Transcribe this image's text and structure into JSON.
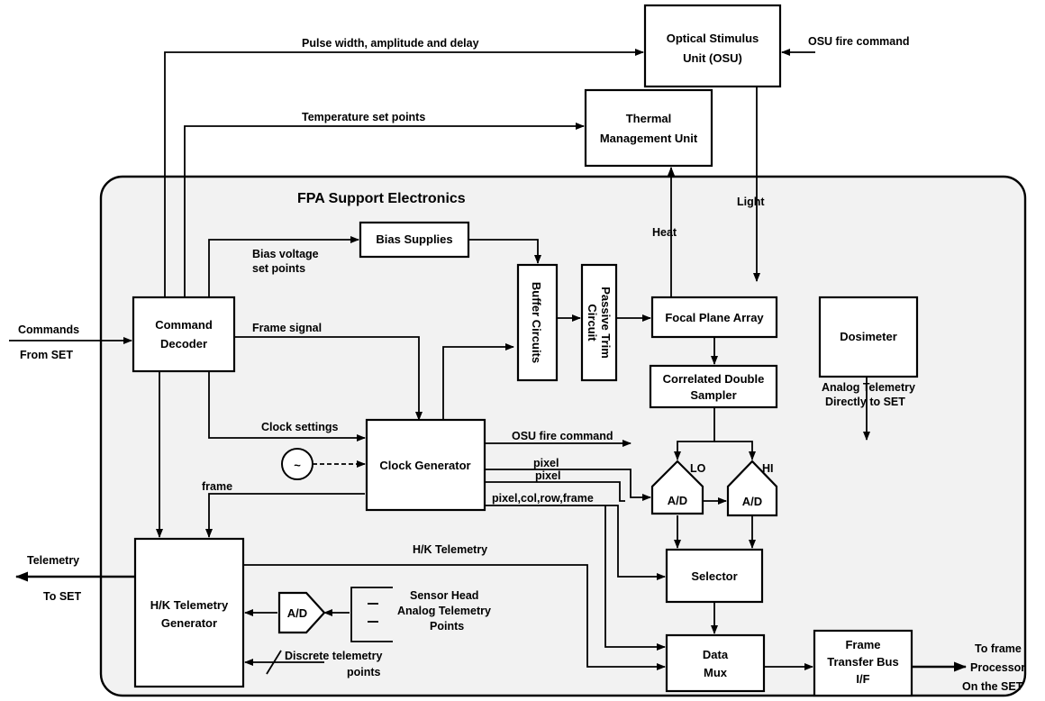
{
  "diagram": {
    "region_title": "FPA Support Electronics",
    "blocks": {
      "osu": [
        "Optical Stimulus",
        "Unit (OSU)"
      ],
      "thermal": [
        "Thermal",
        "Management Unit"
      ],
      "bias_supplies": "Bias Supplies",
      "buffer_circuits": "Buffer Circuits",
      "passive_trim": [
        "Passive Trim",
        "Circuit"
      ],
      "focal_plane_array": "Focal Plane Array",
      "dosimeter": "Dosimeter",
      "command_decoder": [
        "Command",
        "Decoder"
      ],
      "cds": [
        "Correlated Double",
        "Sampler"
      ],
      "clock_generator": "Clock Generator",
      "adc_lo": "A/D",
      "adc_hi": "A/D",
      "adc_hk": "A/D",
      "selector": "Selector",
      "hk_generator": [
        "H/K Telemetry",
        "Generator"
      ],
      "data_mux": [
        "Data",
        "Mux"
      ],
      "frame_transfer": [
        "Frame",
        "Transfer Bus",
        "I/F"
      ],
      "oscillator_symbol": "~"
    },
    "labels": {
      "pulse_width": "Pulse width, amplitude and delay",
      "osu_fire_command_top": "OSU fire command",
      "temperature_set_points": "Temperature set points",
      "heat": "Heat",
      "light": "Light",
      "bias_voltage": [
        "Bias voltage",
        "set points"
      ],
      "commands_from_set": [
        "Commands",
        "From SET"
      ],
      "frame_signal": "Frame signal",
      "analog_telemetry": [
        "Analog Telemetry",
        "Directly to SET"
      ],
      "clock_settings": "Clock settings",
      "osu_fire_command": "OSU fire command",
      "lo": "LO",
      "hi": "HI",
      "pixel_1": "pixel",
      "pixel_2": "pixel",
      "pixel_col_row_frame": "pixel,col,row,frame",
      "frame": "frame",
      "hk_telemetry": "H/K Telemetry",
      "telemetry_to_set": [
        "Telemetry",
        "To SET"
      ],
      "sensor_head": [
        "Sensor Head",
        "Analog Telemetry",
        "Points"
      ],
      "discrete_telemetry": [
        "Discrete telemetry",
        "points"
      ],
      "to_frame_processor": [
        "To frame",
        "Processor",
        "On the SET"
      ]
    }
  }
}
